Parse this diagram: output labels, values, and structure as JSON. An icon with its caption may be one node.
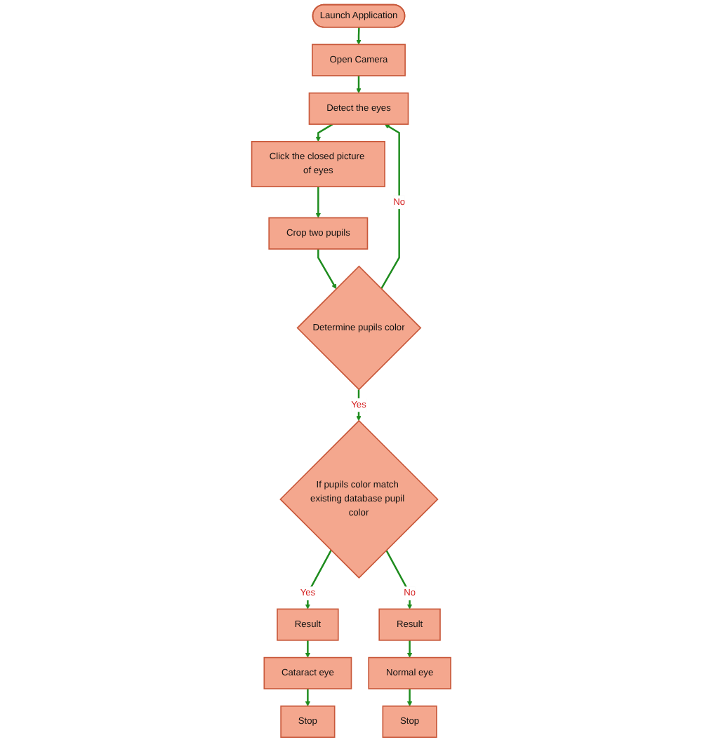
{
  "diagram": {
    "nodes": [
      {
        "text": [
          "Launch Application"
        ]
      },
      {
        "text": [
          "Open Camera"
        ]
      },
      {
        "text": [
          "Detect the eyes"
        ]
      },
      {
        "text": [
          "Click the closed picture of eyes"
        ]
      },
      {
        "text": [
          "Crop two pupils"
        ]
      },
      {
        "text": [
          "Determine pupils color"
        ]
      },
      {
        "text": [
          "If pupils color match existing database pupil color"
        ]
      },
      {
        "text": [
          "Result"
        ]
      },
      {
        "text": [
          "Cataract eye"
        ]
      },
      {
        "text": [
          "Stop"
        ]
      },
      {
        "text": [
          "Result"
        ]
      },
      {
        "text": [
          "Normal eye"
        ]
      },
      {
        "text": [
          "Stop"
        ]
      }
    ],
    "edges": [
      {
        "from": 0,
        "to": 1,
        "arrow": "to"
      },
      {
        "from": 1,
        "to": 2,
        "arrow": "to"
      },
      {
        "from": 2,
        "to": 3,
        "arrow": "to"
      },
      {
        "from": 3,
        "to": 4,
        "arrow": "to"
      },
      {
        "from": 4,
        "to": 5,
        "arrow": "to"
      },
      {
        "from": 5,
        "to": 2,
        "arrow": "to",
        "label": "No"
      },
      {
        "from": 5,
        "to": 6,
        "arrow": "to",
        "label": "Yes"
      },
      {
        "from": 6,
        "to": 7,
        "arrow": "to",
        "label": "Yes"
      },
      {
        "from": 7,
        "to": 8,
        "arrow": "to"
      },
      {
        "from": 8,
        "to": 9,
        "arrow": "to"
      },
      {
        "from": 6,
        "to": 10,
        "arrow": "to",
        "label": "No"
      },
      {
        "from": 10,
        "to": 11,
        "arrow": "to"
      },
      {
        "from": 11,
        "to": 12,
        "arrow": "to"
      }
    ]
  }
}
